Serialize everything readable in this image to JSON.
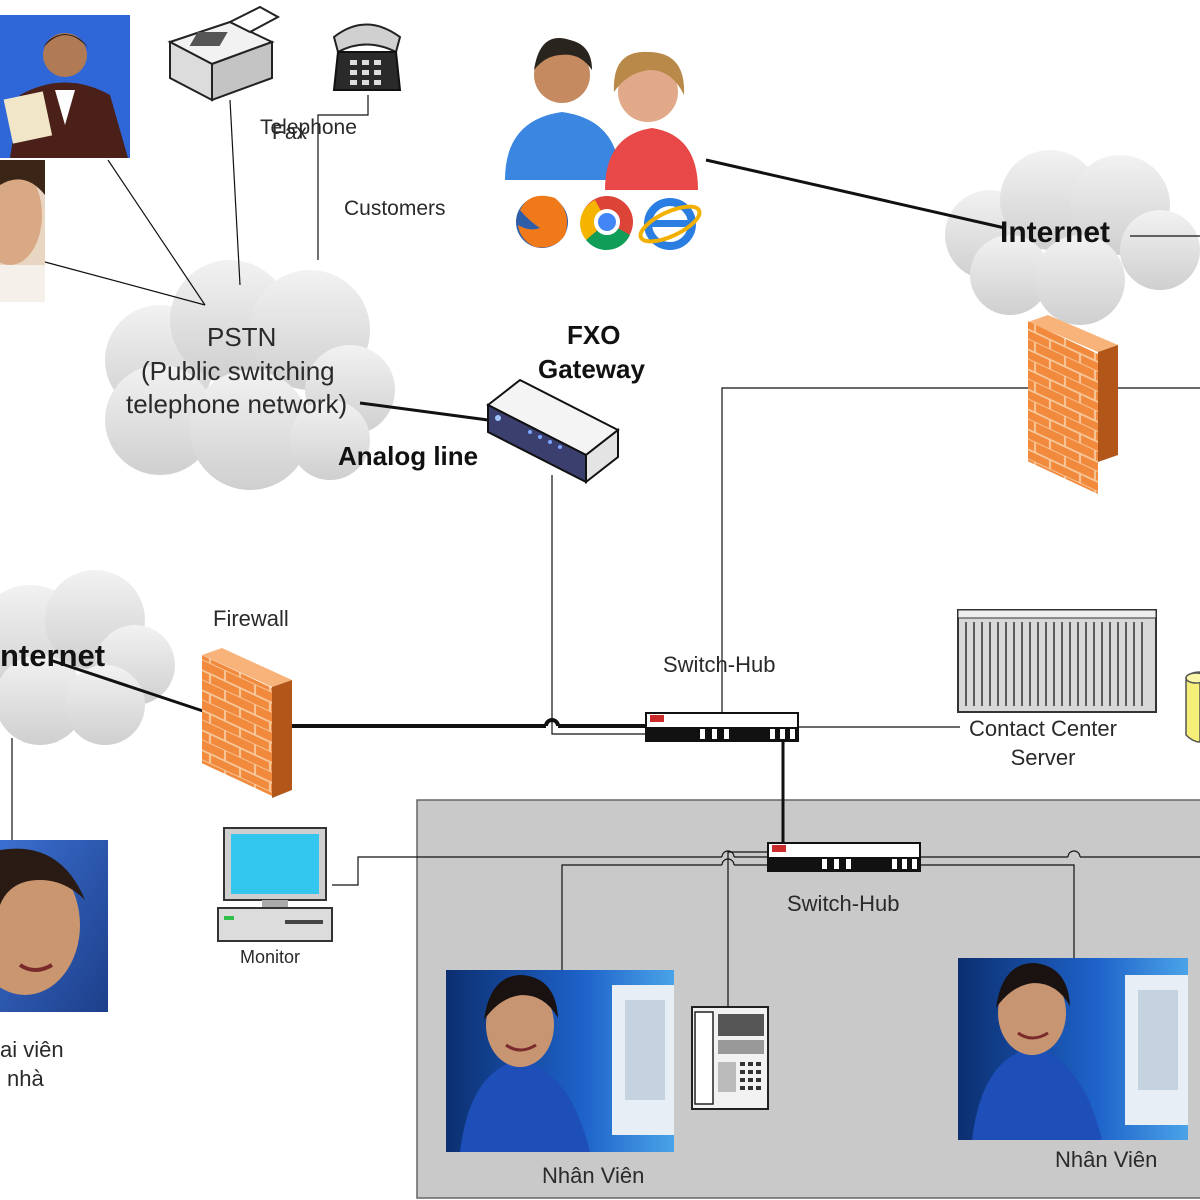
{
  "labels": {
    "fax": "Fax",
    "telephone": "Telephone",
    "customers": "Customers",
    "internet_top": "Internet",
    "pstn": "PSTN",
    "pstn_sub1": "(Public switching",
    "pstn_sub2": "telephone network)",
    "fxo_line1": "FXO",
    "fxo_line2": "Gateway",
    "analog_line": "Analog line",
    "internet_left": "nternet",
    "firewall": "Firewall",
    "switch_hub_top": "Switch-Hub",
    "contact_center_line1": "Contact Center",
    "contact_center_line2": "Server",
    "switch_hub_bottom": "Switch-Hub",
    "monitor": "Monitor",
    "remote_agent_line1": "ai viên",
    "remote_agent_line2": "nhà",
    "agent_left": "Nhân Viên",
    "agent_right": "Nhân Viên"
  },
  "icons": [
    "businessman-phone-icon",
    "woman-phone-icon",
    "fax-icon",
    "telephone-icon",
    "users-icon",
    "firefox-icon",
    "chrome-icon",
    "ie-icon",
    "cloud-icon",
    "firewall-icon",
    "gateway-icon",
    "switch-hub-icon",
    "server-rack-icon",
    "database-icon",
    "monitor-icon",
    "ip-phone-icon",
    "agent-photo-icon"
  ],
  "colors": {
    "firewall": "#f08a3c",
    "cloud": "#d6d6d6",
    "office_area": "#c9c9c9",
    "line": "#111111",
    "photo_bg": "#2f5fb5"
  }
}
